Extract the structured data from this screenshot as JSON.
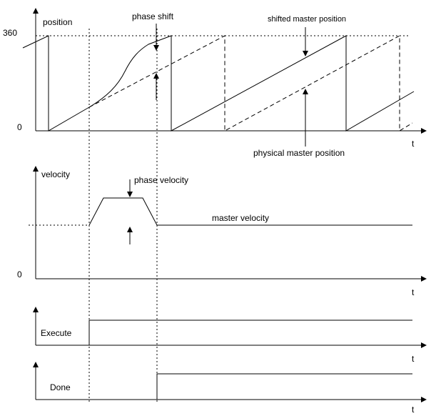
{
  "position_panel": {
    "ylabel": "position",
    "tick_360": "360",
    "tick_0": "0",
    "xlabel": "t",
    "annotation_phase_shift": "phase shift",
    "annotation_shifted": "shifted master position",
    "annotation_physical": "physical master position"
  },
  "velocity_panel": {
    "ylabel": "velocity",
    "tick_0": "0",
    "xlabel": "t",
    "annotation_phase_velocity": "phase velocity",
    "annotation_master_velocity": "master velocity"
  },
  "execute_panel": {
    "label": "Execute",
    "xlabel": "t"
  },
  "done_panel": {
    "label": "Done",
    "xlabel": "t"
  }
}
